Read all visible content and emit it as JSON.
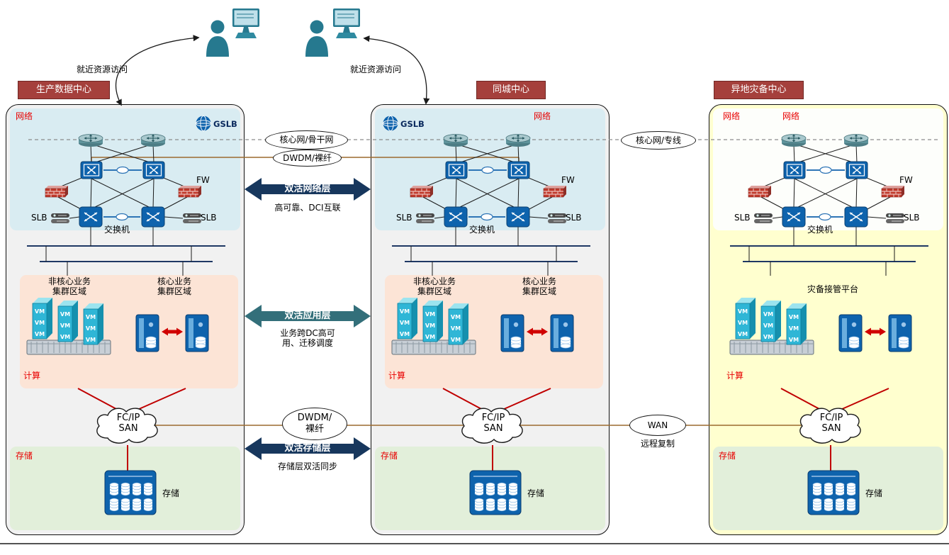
{
  "users": {
    "access_left": "就近资源访问",
    "access_right": "就近资源访问"
  },
  "icons": {
    "vm_label": "VM"
  },
  "colors": {
    "banner": "#a5403c",
    "arrow_navy": "#17375d",
    "arrow_teal": "#336f7a",
    "device_blue": "#0e63ad",
    "vm_cyan": "#2fb6d6",
    "link_red": "#c00000",
    "section_label_red": "#e80000",
    "dr_background": "#ffffcf"
  },
  "centers": {
    "production": {
      "title": "生产数据中心",
      "network_label": "网络",
      "gslb_label": "GSLB",
      "fw_label": "FW",
      "slb_left": "SLB",
      "slb_right": "SLB",
      "switch_label": "交换机",
      "noncore_line1": "非核心业务",
      "noncore_line2": "集群区域",
      "core_line1": "核心业务",
      "core_line2": "集群区域",
      "compute_label": "计算",
      "san_line1": "FC/IP",
      "san_line2": "SAN",
      "storage_label": "存储",
      "storage_device_label": "存储"
    },
    "city": {
      "title": "同城中心",
      "network_label": "网络",
      "gslb_label": "GSLB",
      "fw_label": "FW",
      "slb_left": "SLB",
      "slb_right": "SLB",
      "switch_label": "交换机",
      "noncore_line1": "非核心业务",
      "noncore_line2": "集群区域",
      "core_line1": "核心业务",
      "core_line2": "集群区域",
      "compute_label": "计算",
      "san_line1": "FC/IP",
      "san_line2": "SAN",
      "storage_label": "存储",
      "storage_device_label": "存储"
    },
    "dr": {
      "title": "异地灾备中心",
      "network_label_outer": "网络",
      "network_label_inner": "网络",
      "fw_label": "FW",
      "slb_left": "SLB",
      "slb_right": "SLB",
      "switch_label": "交换机",
      "platform_label": "灾备接管平台",
      "compute_label": "计算",
      "san_line1": "FC/IP",
      "san_line2": "SAN",
      "storage_label": "存储",
      "storage_device_label": "存储"
    }
  },
  "links": {
    "core_backbone": "核心网/骨干网",
    "dwdm_top": "DWDM/裸纤",
    "net_layer": "双活网络层",
    "net_layer_sub": "高可靠、DCI互联",
    "app_layer": "双活应用层",
    "app_layer_sub1": "业务跨DC高可",
    "app_layer_sub2": "用、迁移调度",
    "storage_layer": "双活存储层",
    "storage_layer_sub": "存储层双活同步",
    "dwdm_storage_line1": "DWDM/",
    "dwdm_storage_line2": "裸纤",
    "wan": "WAN",
    "wan_sub": "远程复制",
    "core_leased": "核心网/专线"
  }
}
